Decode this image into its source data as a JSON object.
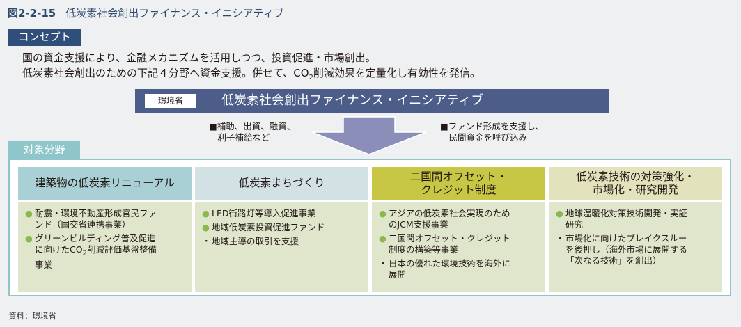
{
  "figure": {
    "number": "図2-2-15",
    "title": "低炭素社会創出ファイナンス・イニシアティブ"
  },
  "concept": {
    "label": "コンセプト",
    "line1": "国の資金支援により、金融メカニズムを活用しつつ、投資促進・市場創出。",
    "line2_before": "低炭素社会創出のための下記４分野へ資金支援。併せて、CO",
    "line2_sub": "2",
    "line2_after": "削減効果を定量化し有効性を発信。"
  },
  "banner": {
    "ministry": "環境省",
    "title": "低炭素社会創出ファイナンス・イニシアティブ"
  },
  "notes": {
    "left": "■補助、出資、融資、\n　利子補給など",
    "right": "■ファンド形成を支援し、\n　民間資金を呼び込み"
  },
  "targets": {
    "label": "対象分野",
    "columns": [
      {
        "title": "建築物の低炭素リニューアル",
        "header_color": "#a9d0d4",
        "items": [
          {
            "mark": "●",
            "text": "耐震・環境不動産形成官民ファ\nンド（国交省連携事業）"
          },
          {
            "mark": "●",
            "text_before": "グリーンビルディング普及促進\nに向けたCO",
            "sub": "2",
            "text_after": "削減評価基盤整備\n事業"
          }
        ]
      },
      {
        "title": "低炭素まちづくり",
        "header_color": "#d2e2e4",
        "items": [
          {
            "mark": "●",
            "text": "LED街路灯等導入促進事業"
          },
          {
            "mark": "●",
            "text": "地域低炭素投資促進ファンド"
          },
          {
            "mark": "・",
            "text": "地域主導の取引を支援"
          }
        ]
      },
      {
        "title": "二国間オフセット・\nクレジット制度",
        "header_color": "#c7c645",
        "items": [
          {
            "mark": "●",
            "text": "アジアの低炭素社会実現のため\nのJCM支援事業"
          },
          {
            "mark": "●",
            "text": "二国間オフセット・クレジット\n制度の構築等事業"
          },
          {
            "mark": "・",
            "text": "日本の優れた環境技術を海外に\n展開"
          }
        ]
      },
      {
        "title": "低炭素技術の対策強化・\n市場化・研究開発",
        "header_color": "#e2e3bc",
        "items": [
          {
            "mark": "●",
            "text": "地球温暖化対策技術開発・実証\n研究"
          },
          {
            "mark": "・",
            "text": "市場化に向けたブレイクスルー\nを後押し（海外市場に展開する\n「次なる技術」を創出）"
          }
        ]
      }
    ]
  },
  "source": "資料：環境省",
  "colors": {
    "accent_dark": "#2f4f7a",
    "banner": "#4b5d88",
    "teal": "#8fc6cc",
    "body_green": "#dfe6cc",
    "bullet_green": "#8ab84e"
  }
}
